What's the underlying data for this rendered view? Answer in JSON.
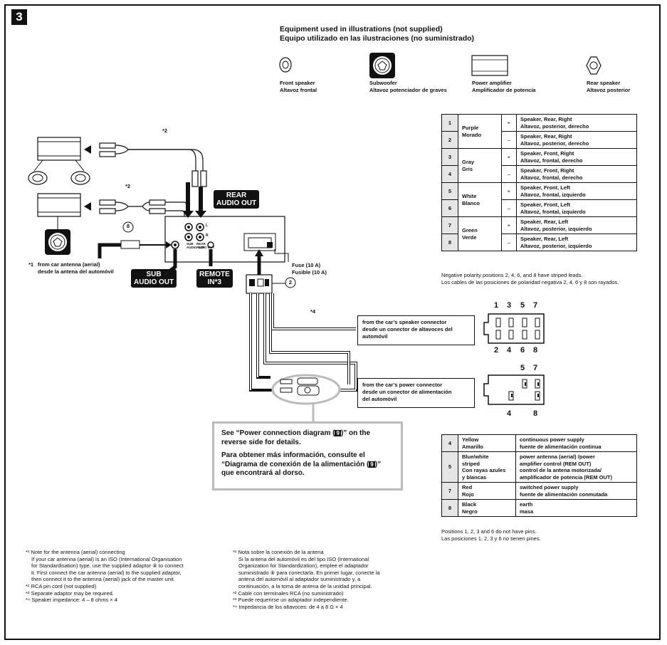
{
  "section_number": "3",
  "equipment": {
    "title_en": "Equipment used in illustrations (not supplied)",
    "title_es": "Equipo utilizado en las ilustraciones (no suministrado)",
    "items": [
      {
        "en": "Front speaker",
        "es": "Altavoz frontal",
        "icon": "front-speaker-icon"
      },
      {
        "en": "Subwoofer",
        "es": "Altavoz potenciador de graves",
        "icon": "subwoofer-icon"
      },
      {
        "en": "Power amplifier",
        "es": "Amplificador de potencia",
        "icon": "power-amplifier-icon"
      },
      {
        "en": "Rear speaker",
        "es": "Altavoz posterior",
        "icon": "rear-speaker-icon"
      }
    ]
  },
  "speaker_table": {
    "rows": [
      {
        "pos": "1",
        "color_en": "Purple",
        "color_es": "Morado",
        "pol": "+",
        "en": "Speaker, Rear, Right",
        "es": "Altavoz, posterior, derecho"
      },
      {
        "pos": "2",
        "pol": "–",
        "en": "Speaker, Rear, Right",
        "es": "Altavoz, posterior, derecho"
      },
      {
        "pos": "3",
        "color_en": "Gray",
        "color_es": "Gris",
        "pol": "+",
        "en": "Speaker, Front, Right",
        "es": "Altavoz, frontal, derecho"
      },
      {
        "pos": "4",
        "pol": "–",
        "en": "Speaker, Front, Right",
        "es": "Altavoz, frontal, derecho"
      },
      {
        "pos": "5",
        "color_en": "White",
        "color_es": "Blanco",
        "pol": "+",
        "en": "Speaker, Front, Left",
        "es": "Altavoz, frontal, izquierdo"
      },
      {
        "pos": "6",
        "pol": "–",
        "en": "Speaker, Front, Left",
        "es": "Altavoz, frontal, izquierdo"
      },
      {
        "pos": "7",
        "color_en": "Green",
        "color_es": "Verde",
        "pol": "+",
        "en": "Speaker, Rear, Left",
        "es": "Altavoz, posterior, izquierdo"
      },
      {
        "pos": "8",
        "pol": "–",
        "en": "Speaker, Rear, Left",
        "es": "Altavoz, posterior, izquierdo"
      }
    ],
    "note_en": "Negative polarity positions 2, 4, 6, and 8 have striped leads.",
    "note_es": "Los cables de las posiciones de polaridad negativa 2, 4, 6 y 8 son rayados."
  },
  "power_table": {
    "rows": [
      {
        "pos": "4",
        "color": [
          "Yellow",
          "Amarillo"
        ],
        "desc": [
          "continuous power supply",
          "fuente de alimentación continua"
        ]
      },
      {
        "pos": "5",
        "color": [
          "Blue/white",
          "striped",
          "Con rayas azules",
          "y blancas"
        ],
        "desc": [
          "power antenna (aerial) /power",
          "amplifier control (REM OUT)",
          "control de la antena motorizada/",
          "amplificador de potencia (REM OUT)"
        ]
      },
      {
        "pos": "7",
        "color": [
          "Red",
          "Rojo"
        ],
        "desc": [
          "switched power supply",
          "fuente de alimentación conmutada"
        ]
      },
      {
        "pos": "8",
        "color": [
          "Black",
          "Negro"
        ],
        "desc": [
          "earth",
          "masa"
        ]
      }
    ],
    "note_en": "Positions 1, 2, 3 and 6 do not have pins.",
    "note_es": "Las posiciones 1, 2, 3 y 6 no tienen pines."
  },
  "diagram": {
    "star2_a": "*2",
    "star2_b": "*2",
    "star4": "*4",
    "star1": "*1",
    "antenna_en": "from car antenna (aerial)",
    "antenna_es": "desde la antena del automóvil",
    "adaptor_num": "8",
    "rear_audio_out": [
      "REAR",
      "AUDIO OUT"
    ],
    "sub_audio_out": [
      "SUB",
      "AUDIO OUT"
    ],
    "remote_in": [
      "REMOTE",
      "IN*3"
    ],
    "unit_sub_label": [
      "SUB",
      "AUDIO OUT"
    ],
    "unit_rear_label": [
      "REAR",
      "AUDIO OUT"
    ],
    "unit_l": "L",
    "unit_r": "R",
    "fuse": [
      "Fuse (10 A)",
      "Fusible (10 A)"
    ],
    "callout_2": "2",
    "speaker_conn": [
      "from the car’s speaker connector",
      "desde un conector de altavoces del",
      "automóvil"
    ],
    "power_conn": [
      "from the car’s power connector",
      "desde un conector de alimentación",
      "del automóvil"
    ],
    "spk_pins_top": [
      "1",
      "3",
      "5",
      "7"
    ],
    "spk_pins_bottom": [
      "2",
      "4",
      "6",
      "8"
    ],
    "pwr_pins_top": [
      "5",
      "7"
    ],
    "pwr_pins_bottom": [
      "4",
      "8"
    ]
  },
  "see_box": {
    "en_1": "See “Power connection diagram (",
    "en_ref": "9",
    "en_2": ")” on the",
    "en_3": "reverse side for details.",
    "es_1": "Para obtener más información, consulte el",
    "es_2": "“Diagrama de conexión de la alimentación (",
    "es_ref": "9",
    "es_3": ")”",
    "es_4": "que encontrará al dorso."
  },
  "notes_en": [
    "*¹ Note for the antenna (aerial) connecting",
    "If your car antenna (aerial) is an ISO (International Organisation",
    "for Standardisation) type, use the supplied adaptor ⑧ to connect",
    "it. First connect the car antenna (aerial) to the supplied adaptor,",
    "then connect it to the antenna (aerial) jack of the master unit.",
    "*² RCA pin cord (not supplied)",
    "*³ Separate adaptor may be required.",
    "*⁴ Speaker impedance: 4 – 8 ohms × 4"
  ],
  "notes_es": [
    "*¹ Nota sobre la conexión de la antena",
    "Si la antena del automóvil es del tipo ISO (International",
    "Organization for Standardization), emplee el adaptador",
    "suministrado ⑧ para conectarla. En primer lugar, conecte la",
    "antena del automóvil al adaptador suministrado y, a",
    "continuación, a la toma de antena de la unidad principal.",
    "*² Cable con terminales RCA (no suministrado)",
    "*³ Puede requerirse un adaptador independiente.",
    "*⁴ Impedancia de los altavoces: de 4 a 8 Ω × 4"
  ]
}
